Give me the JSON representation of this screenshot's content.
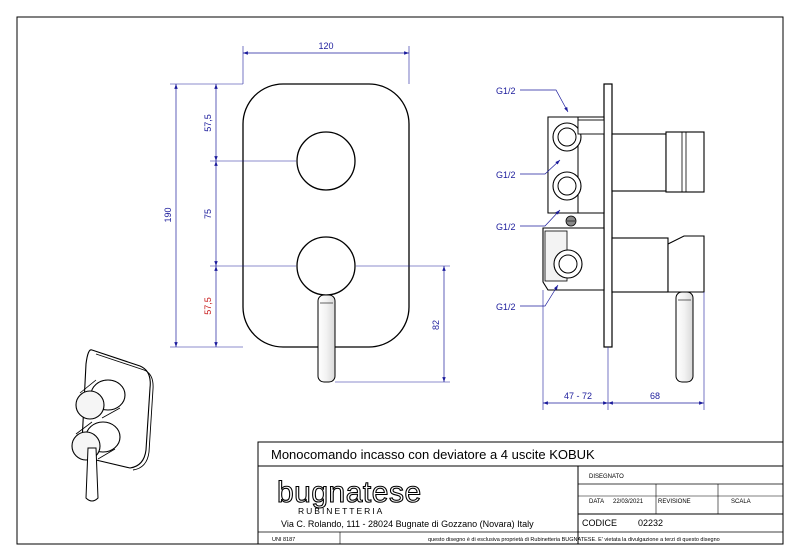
{
  "front_view": {
    "dim_width": "120",
    "dim_height": "190",
    "dim_top": "57,5",
    "dim_spacing": "75",
    "dim_bottom": "57,5",
    "dim_lever": "82"
  },
  "side_view": {
    "label_thread_1": "G1/2",
    "label_thread_2": "G1/2",
    "label_thread_3": "G1/2",
    "label_thread_4": "G1/2",
    "dim_depth_range": "47 - 72",
    "dim_protrusion": "68"
  },
  "title_block": {
    "title": "Monocomando incasso con deviatore a 4 uscite KOBUK",
    "brand": "bugnatese",
    "brand_sub": "RUBINETTERIA",
    "address": "Via C. Rolando, 111 - 28024 Bugnate di Gozzano (Novara) Italy",
    "disegnato_label": "DISEGNATO",
    "data_label": "DATA",
    "data_value": "22/03/2021",
    "revisione_label": "REVISIONE",
    "scala_label": "SCALA",
    "codice_label": "CODICE",
    "codice_value": "02232",
    "norm": "UNI 8187",
    "footer_note": "questo disegno è di esclusiva proprietà di Rubinetteria BUGNATESE. E' vietata la divulgazione a terzi di questo disegno"
  },
  "colors": {
    "dimension": "#1c1c9c",
    "dimension_highlight": "#c81e1e",
    "outline": "#000000"
  }
}
